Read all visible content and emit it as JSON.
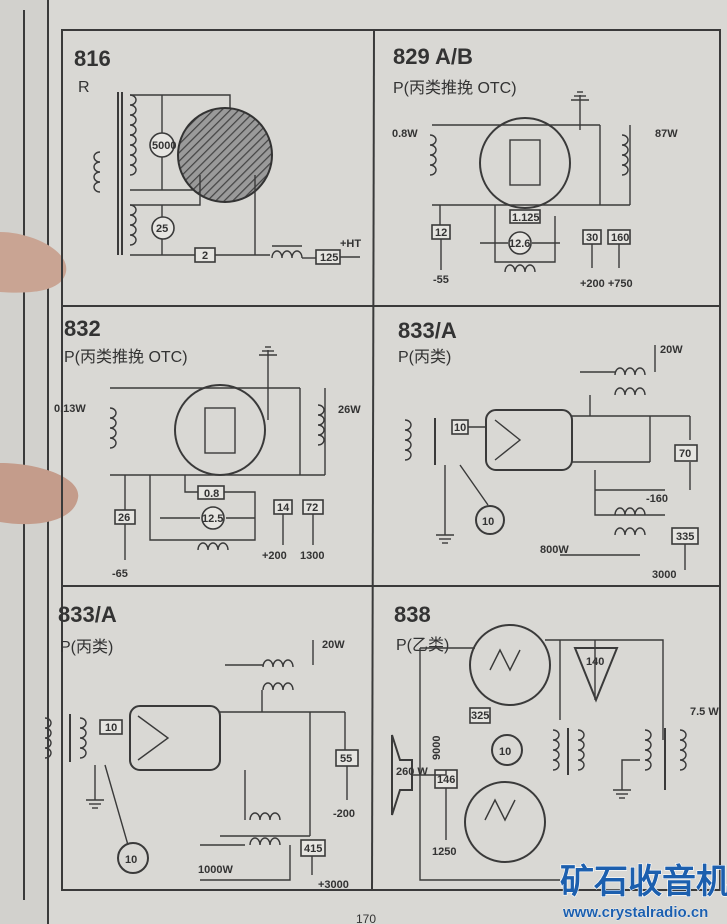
{
  "page_number": "170",
  "watermark": {
    "text": "矿石收音机",
    "url": "www.crystalradio.cn"
  },
  "panels": [
    {
      "title": "816",
      "subtitle": "R",
      "labels": {
        "meter_top": "5000",
        "meter_bottom": "25",
        "box_a": "2",
        "box_b": "125",
        "output": "+HT"
      }
    },
    {
      "title": "829 A/B",
      "subtitle": "P(丙类推挽 OTC)",
      "labels": {
        "input_power": "0.8W",
        "output_power": "87W",
        "box_grid": "12",
        "box_heater": "1.125",
        "meter": "12.6",
        "box_screen": "30",
        "box_plate": "160",
        "grid_voltage": "-55",
        "supply_voltages": "+200 +750"
      }
    },
    {
      "title": "832",
      "subtitle": "P(丙类推挽 OTC)",
      "labels": {
        "input_power": "0.13W",
        "output_power": "26W",
        "box_grid": "26",
        "box_heater": "0.8",
        "meter": "12.5",
        "box_screen": "14",
        "box_plate": "72",
        "grid_voltage": "-65",
        "screen_voltage": "+200",
        "plate_voltage": "1300"
      }
    },
    {
      "title": "833/A",
      "subtitle": "P(丙类)",
      "labels": {
        "drive_power": "20W",
        "box_filament": "10",
        "meter": "10",
        "box_grid": "70",
        "grid_voltage": "-160",
        "box_plate": "335",
        "output_power": "800W",
        "plate_voltage": "3000"
      }
    },
    {
      "title": "833/A",
      "subtitle": "P(丙类)",
      "labels": {
        "drive_power": "20W",
        "box_filament": "10",
        "meter": "10",
        "box_grid": "55",
        "grid_voltage": "-200",
        "box_plate": "415",
        "output_power": "1000W",
        "plate_voltage": "+3000"
      }
    },
    {
      "title": "838",
      "subtitle": "P(乙类)",
      "labels": {
        "box_grid": "325",
        "meter": "10",
        "triangle_value": "140",
        "speaker_power": "260 W",
        "impedance": "9000",
        "box_plate": "146",
        "plate_voltage": "1250",
        "input_power": "7.5 W"
      }
    }
  ]
}
